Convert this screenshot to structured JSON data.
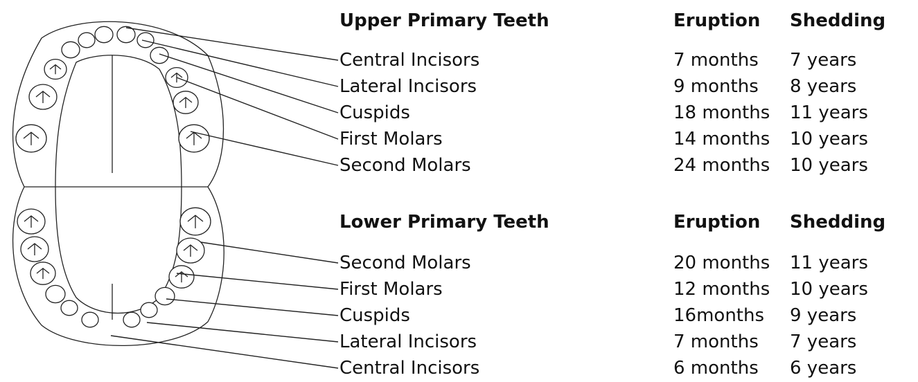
{
  "upper": {
    "heading": "Upper Primary Teeth",
    "eruption_heading": "Eruption",
    "shedding_heading": "Shedding",
    "rows": [
      {
        "name": "Central Incisors",
        "eruption": "7 months",
        "shedding": "7 years"
      },
      {
        "name": "Lateral Incisors",
        "eruption": "9 months",
        "shedding": "8 years"
      },
      {
        "name": "Cuspids",
        "eruption": "18 months",
        "shedding": "11 years"
      },
      {
        "name": "First Molars",
        "eruption": "14 months",
        "shedding": "10 years"
      },
      {
        "name": "Second Molars",
        "eruption": "24 months",
        "shedding": "10 years"
      }
    ]
  },
  "lower": {
    "heading": "Lower Primary Teeth",
    "eruption_heading": "Eruption",
    "shedding_heading": "Shedding",
    "rows": [
      {
        "name": "Second Molars",
        "eruption": "20 months",
        "shedding": "11 years"
      },
      {
        "name": "First Molars",
        "eruption": "12 months",
        "shedding": "10 years"
      },
      {
        "name": "Cuspids",
        "eruption": "16months",
        "shedding": "9 years"
      },
      {
        "name": "Lateral Incisors",
        "eruption": "7 months",
        "shedding": "7 years"
      },
      {
        "name": "Central Incisors",
        "eruption": "6 months",
        "shedding": "6 years"
      }
    ]
  }
}
